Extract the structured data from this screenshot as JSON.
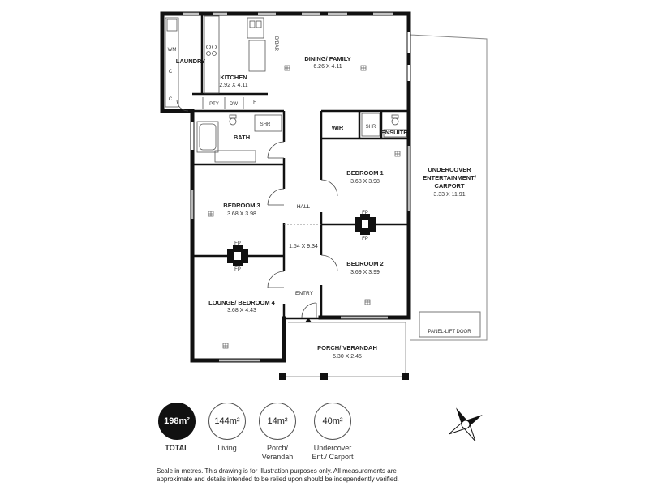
{
  "rooms": {
    "laundry": {
      "name": "LAUNDRY"
    },
    "kitchen": {
      "name": "KITCHEN",
      "dim": "2.92 X 4.11"
    },
    "dining": {
      "name": "DINING/ FAMILY",
      "dim": "6.26 X 4.11"
    },
    "bath": {
      "name": "BATH"
    },
    "bedroom3": {
      "name": "BEDROOM 3",
      "dim": "3.68 X 3.98"
    },
    "lounge": {
      "name": "LOUNGE/ BEDROOM 4",
      "dim": "3.68 X 4.43"
    },
    "hall": {
      "name": "HALL",
      "dim": "1.54 X 9.34"
    },
    "entry": {
      "name": "ENTRY"
    },
    "bedroom1": {
      "name": "BEDROOM 1",
      "dim": "3.68 X 3.98"
    },
    "bedroom2": {
      "name": "BEDROOM 2",
      "dim": "3.69 X 3.99"
    },
    "wir": {
      "name": "WIR"
    },
    "ensuite": {
      "name": "ENSUITE"
    },
    "porch": {
      "name": "PORCH/ VERANDAH",
      "dim": "5.30 X 2.45"
    },
    "carport": {
      "name_line1": "UNDERCOVER",
      "name_line2": "ENTERTAINMENT/",
      "name_line3": "CARPORT",
      "dim": "3.33 X 11.91"
    }
  },
  "fixtures": {
    "wm": "WM",
    "c1": "C",
    "c2": "C",
    "pty": "PTY",
    "dw": "DW",
    "f": "F",
    "shr_bath": "SHR",
    "shr_ensuite": "SHR",
    "fp1": "FP",
    "fp2": "FP",
    "fp3": "FP",
    "fp4": "FP",
    "panel_lift": "PANEL-LIFT DOOR",
    "bbar": "B/BAR"
  },
  "areas": [
    {
      "value": "198m²",
      "caption": "TOTAL",
      "caption2": ""
    },
    {
      "value": "144m²",
      "caption": "Living",
      "caption2": ""
    },
    {
      "value": "14m²",
      "caption": "Porch/",
      "caption2": "Verandah"
    },
    {
      "value": "40m²",
      "caption": "Undercover",
      "caption2": "Ent./ Carport"
    }
  ],
  "disclaimer": "Scale in metres. This drawing is for illustration purposes only. All measurements are approximate and details intended to be relied upon should be independently verified."
}
